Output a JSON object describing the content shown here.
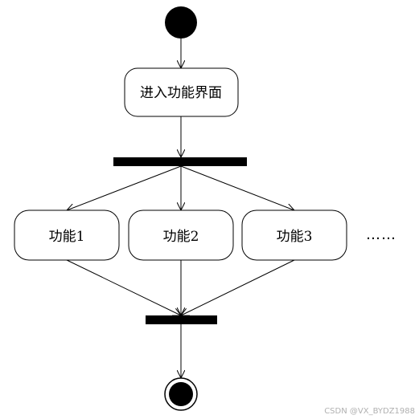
{
  "diagram": {
    "type": "uml-activity",
    "start_node": "initial",
    "end_node": "final",
    "enter_node_label": "进入功能界面",
    "functions": [
      {
        "label": "功能1"
      },
      {
        "label": "功能2"
      },
      {
        "label": "功能3"
      }
    ],
    "more_indicator": "……",
    "colors": {
      "stroke": "#000000",
      "fill": "#ffffff",
      "bar": "#000000"
    }
  },
  "watermark": "CSDN @VX_BYDZ1988"
}
